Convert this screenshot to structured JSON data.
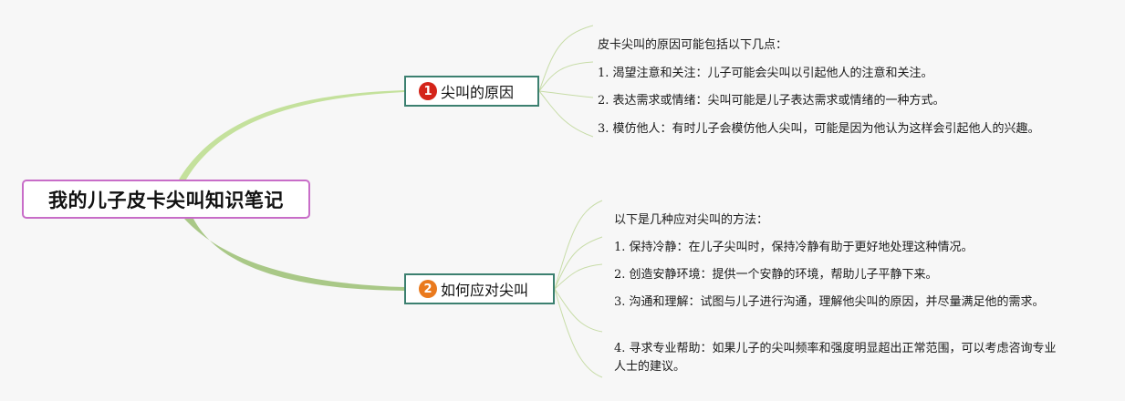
{
  "root": {
    "title": "我的儿子皮卡尖叫知识笔记"
  },
  "branches": [
    {
      "number": "1",
      "label": "尖叫的原因",
      "items": [
        "皮卡尖叫的原因可能包括以下几点：",
        "1. 渴望注意和关注：儿子可能会尖叫以引起他人的注意和关注。",
        "2. 表达需求或情绪：尖叫可能是儿子表达需求或情绪的一种方式。",
        "3. 模仿他人：有时儿子会模仿他人尖叫，可能是因为他认为这样会引起他人的兴趣。"
      ]
    },
    {
      "number": "2",
      "label": "如何应对尖叫",
      "items": [
        "以下是几种应对尖叫的方法：",
        "1. 保持冷静：在儿子尖叫时，保持冷静有助于更好地处理这种情况。",
        "2. 创造安静环境：提供一个安静的环境，帮助儿子平静下来。",
        "3. 沟通和理解：试图与儿子进行沟通，理解他尖叫的原因，并尽量满足他的需求。",
        "4. 寻求专业帮助：如果儿子的尖叫频率和强度明显超出正常范围，可以考虑咨询专业人士的建议。"
      ]
    }
  ],
  "colors": {
    "root_border": "#c86dc8",
    "topic_border": "#3c8070",
    "branch_1_line": "#c4e19c",
    "branch_2_line": "#a9c887",
    "leaf_line": "#c7dca7",
    "badge_1": "#d42419",
    "badge_2": "#ea7a1d"
  }
}
